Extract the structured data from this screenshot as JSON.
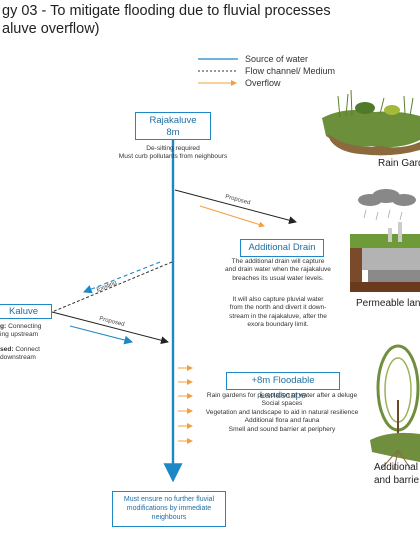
{
  "title": "gy 03 - To mitigate flooding due to fluvial processes",
  "subtitle": "aluve overflow)",
  "legend": {
    "source": "Source of water",
    "flow": "Flow channel/ Medium",
    "overflow": "Overflow"
  },
  "rajakaluve_box": {
    "line1": "Rajakaluve",
    "line2": "8m"
  },
  "rajakaluve_note": [
    "De-silting required",
    "Must curb pollutants from neighbours"
  ],
  "proposed_top": "Proposed",
  "existing": "Existing",
  "proposed_left": "Proposed",
  "additional_drain": {
    "title": "Additional Drain",
    "para1": [
      "The additional drain will capture",
      "and drain water when the rajakaluve",
      "breaches its usual water levels."
    ],
    "para2": [
      "It will also capture pluvial water",
      "from the north and divert it down-",
      "stream in the rajakaluve, after the",
      "exora boundary limit."
    ]
  },
  "kaluve": {
    "title": "Kaluve",
    "lines": [
      {
        "bold": "g:",
        "text": " Connecting"
      },
      {
        "bold": "",
        "text": "ing upstream"
      },
      {
        "bold": "sed:",
        "text": " Connect"
      },
      {
        "bold": "",
        "text": "downstream"
      }
    ]
  },
  "floodable": {
    "title": "+8m Floodable Landscape",
    "notes": [
      "Rain gardens for percolation of water after a deluge",
      "Social spaces",
      "Vegetation and landscape to aid in natural resilience",
      "Additional flora and fauna",
      "Smell and sound barrier at periphery"
    ]
  },
  "bottom_box": [
    "Must ensure no further fluvial",
    "modifications by immediate",
    "neighbours"
  ],
  "side_labels": {
    "rain_garden": "Rain Gard",
    "permeable": "Permeable lan",
    "additional1": "Additional",
    "additional2": "and barrie"
  },
  "colors": {
    "source": "#1e88c7",
    "flow": "#333333",
    "overflow": "#f0a040",
    "box_text": "#1e6fa5"
  }
}
